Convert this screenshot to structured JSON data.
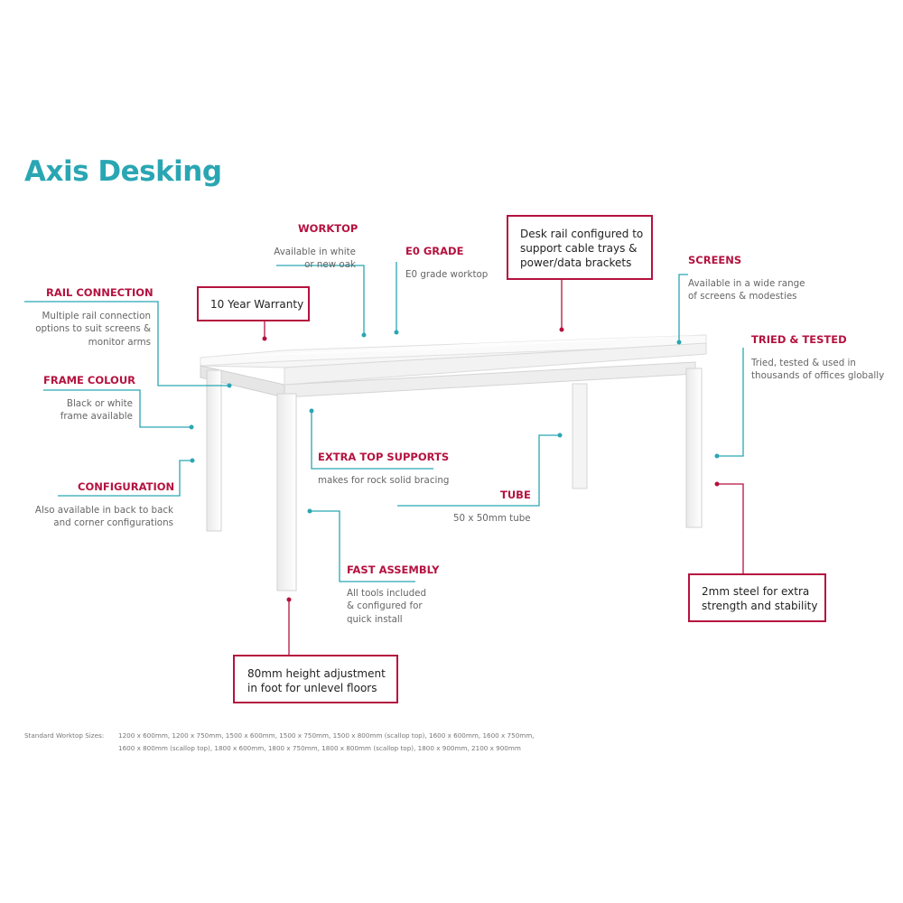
{
  "title": "Axis Desking",
  "features": {
    "worktop": {
      "heading": "WORKTOP",
      "desc": [
        "Available in white",
        "or new oak"
      ]
    },
    "e0_grade": {
      "heading": "E0 GRADE",
      "desc": [
        "E0 grade worktop"
      ]
    },
    "screens": {
      "heading": "SCREENS",
      "desc": [
        "Available in a wide range",
        "of screens & modesties"
      ]
    },
    "rail_connection": {
      "heading": "RAIL CONNECTION",
      "desc": [
        "Multiple rail connection",
        "options to suit screens &",
        "monitor arms"
      ]
    },
    "tried_tested": {
      "heading": "TRIED & TESTED",
      "desc": [
        "Tried, tested & used in",
        "thousands of offices globally"
      ]
    },
    "frame_colour": {
      "heading": "FRAME COLOUR",
      "desc": [
        "Black or white",
        "frame available"
      ]
    },
    "extra_top_supports": {
      "heading": "EXTRA TOP SUPPORTS",
      "desc": [
        "makes for rock solid bracing"
      ]
    },
    "configuration": {
      "heading": "CONFIGURATION",
      "desc": [
        "Also available in back to back",
        "and corner configurations"
      ]
    },
    "tube": {
      "heading": "TUBE",
      "desc": [
        "50 x 50mm tube"
      ]
    },
    "fast_assembly": {
      "heading": "FAST ASSEMBLY",
      "desc": [
        "All tools included",
        "& configured for",
        "quick install"
      ]
    }
  },
  "callouts": {
    "warranty": "10 Year Warranty",
    "desk_rail": [
      "Desk rail configured to",
      "support cable trays &",
      "power/data brackets"
    ],
    "steel": [
      "2mm steel for extra",
      "strength and stability"
    ],
    "height_adjust": [
      "80mm height adjustment",
      "in foot for unlevel floors"
    ]
  },
  "footer": {
    "label": "Standard Worktop Sizes:",
    "line1": "1200 x 600mm, 1200 x 750mm, 1500 x 600mm, 1500 x 750mm, 1500 x 800mm (scallop top), 1600 x 600mm, 1600 x 750mm,",
    "line2": "1600 x 800mm (scallop top), 1800 x 600mm, 1800 x 750mm, 1800 x 800mm (scallop top), 1800 x 900mm, 2100 x 900mm"
  },
  "colors": {
    "accent_teal": "#2aa6b3",
    "accent_red": "#b5123f"
  }
}
